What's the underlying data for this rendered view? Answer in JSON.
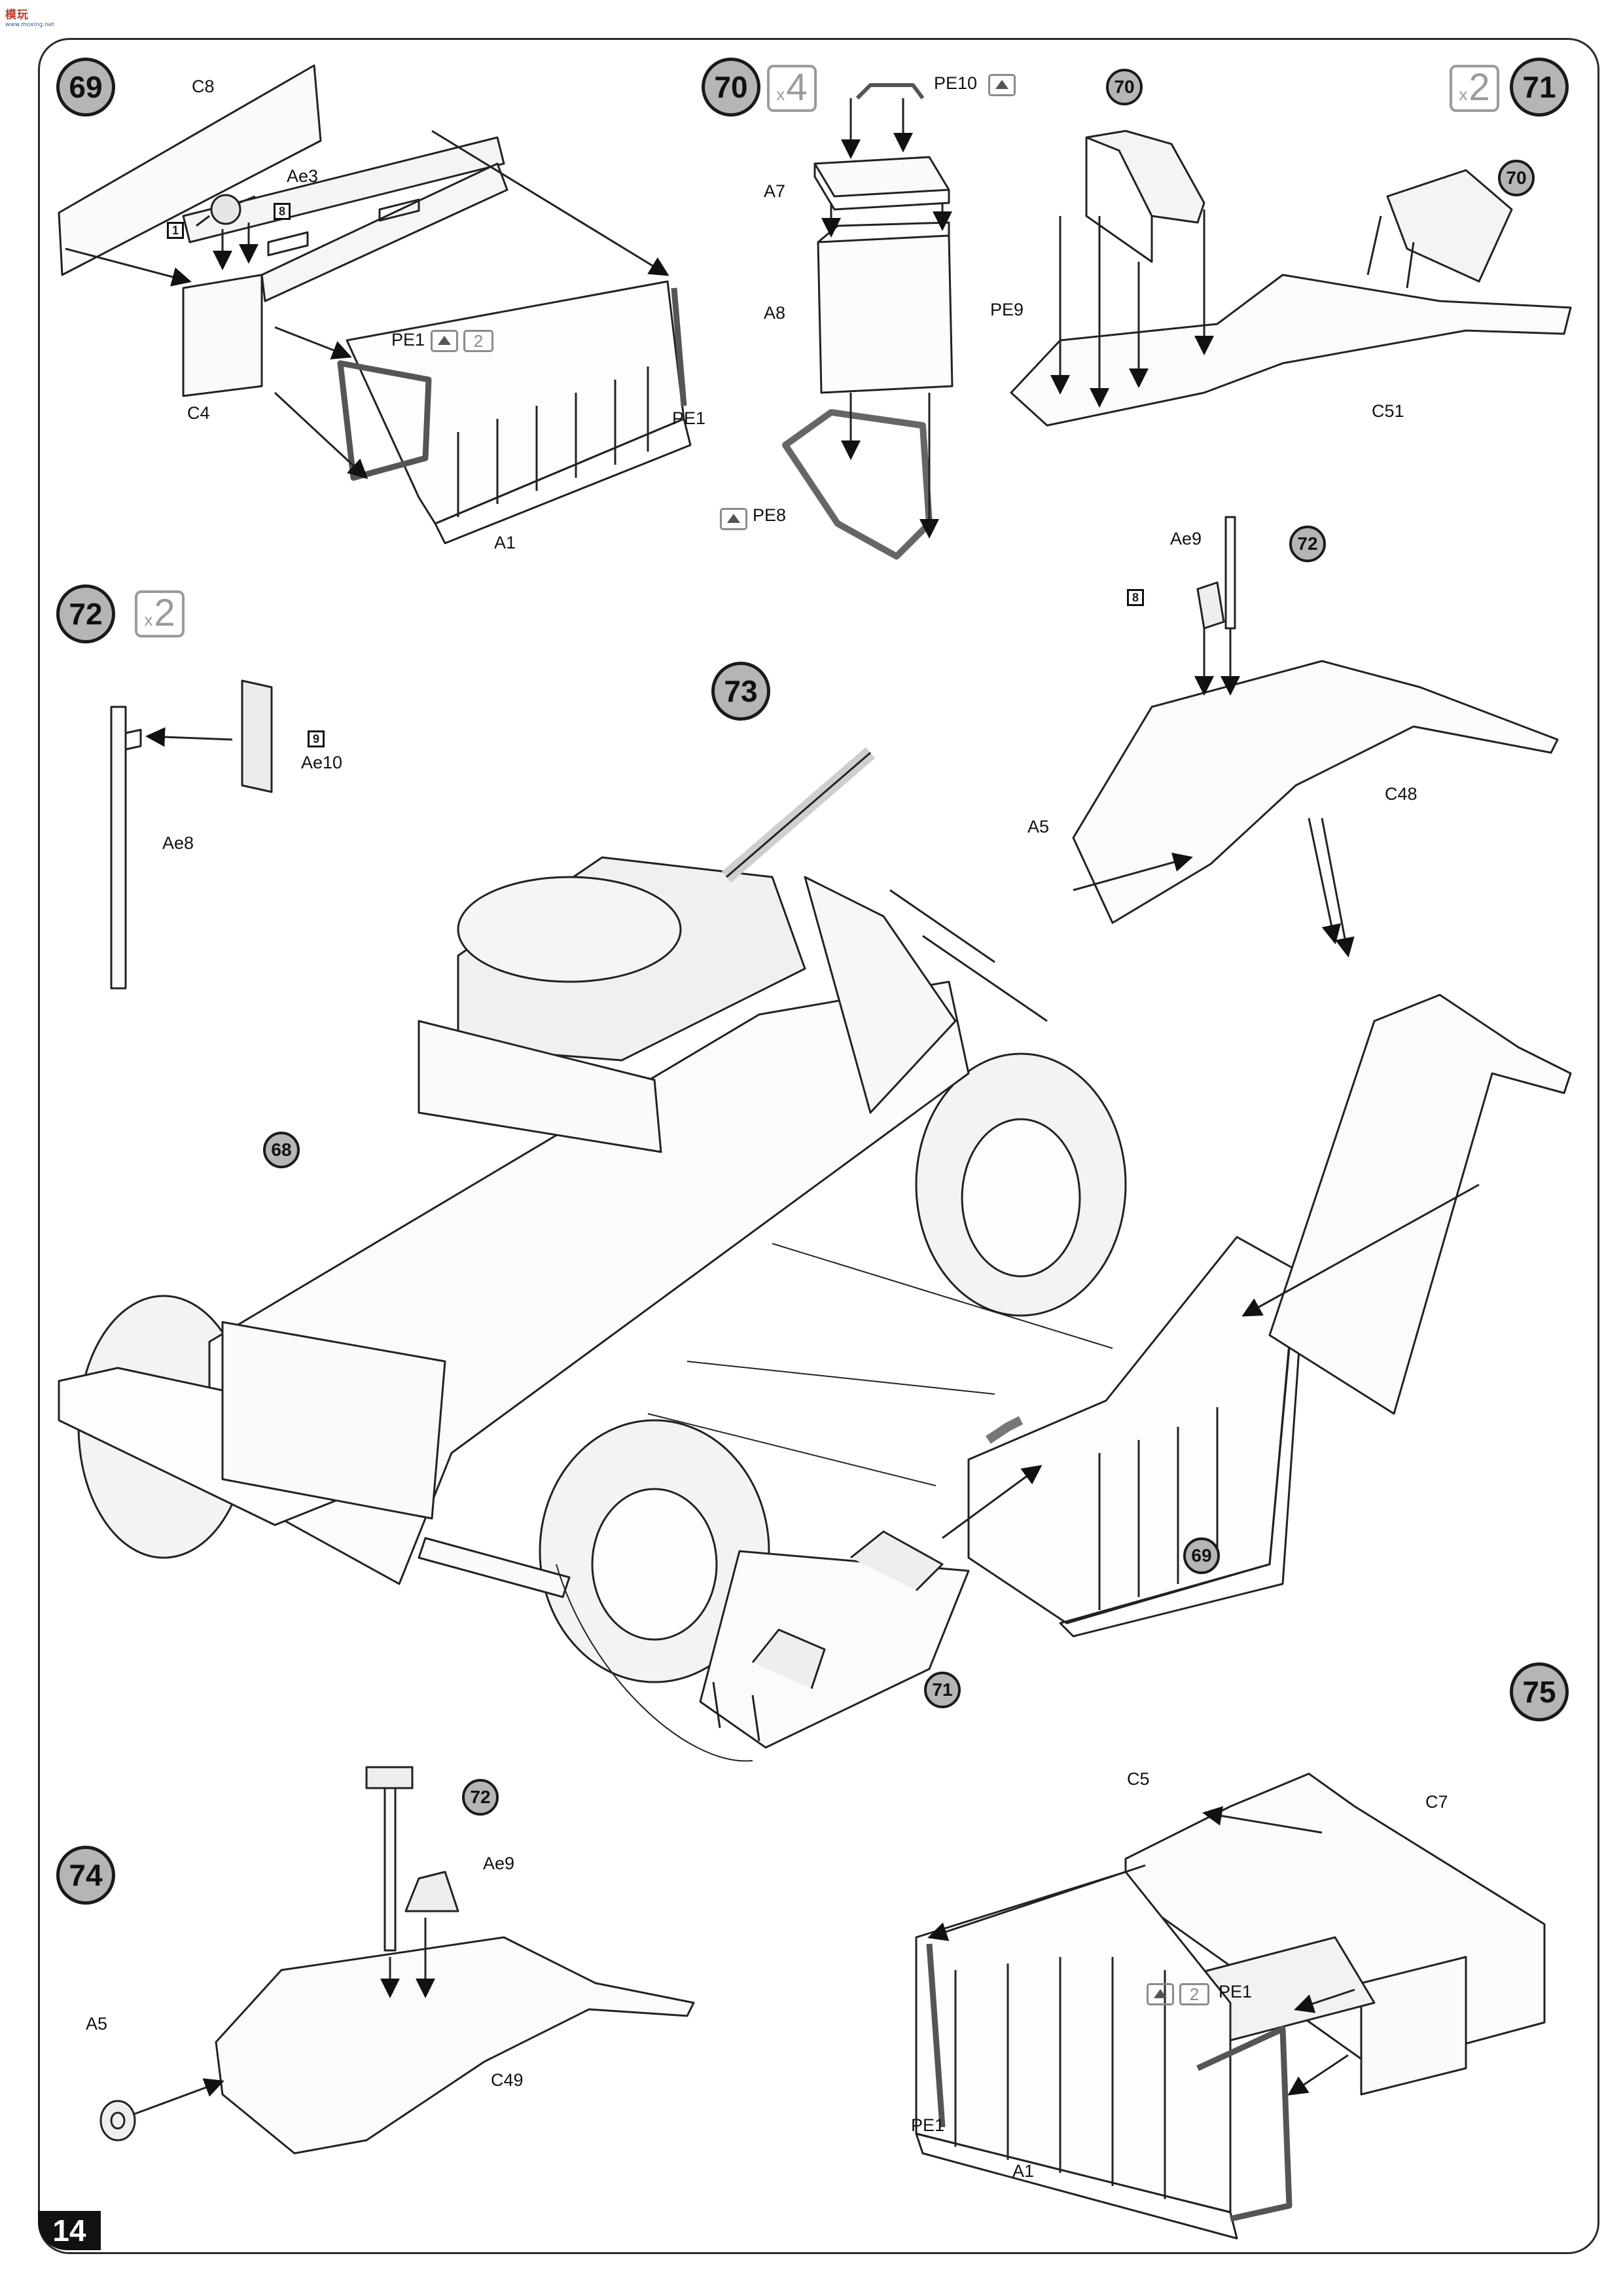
{
  "page_number": "14",
  "logo": {
    "line1": "模玩",
    "line2": "www.moxing.net"
  },
  "steps": [
    {
      "id": "s69",
      "label": "69"
    },
    {
      "id": "s70",
      "label": "70"
    },
    {
      "id": "s71",
      "label": "71"
    },
    {
      "id": "s72",
      "label": "72"
    },
    {
      "id": "s73",
      "label": "73"
    },
    {
      "id": "s74",
      "label": "74"
    },
    {
      "id": "s75",
      "label": "75"
    }
  ],
  "multipliers": {
    "s70": "4",
    "s71": "2",
    "s72": "2",
    "x_char": "x"
  },
  "refs": {
    "r70a": "70",
    "r70b": "70",
    "r72a": "72",
    "r72b": "72",
    "r68": "68",
    "r69": "69",
    "r71": "71"
  },
  "paint_refs": {
    "p1": "1",
    "p8a": "8",
    "p8b": "8",
    "p9": "9"
  },
  "photoetch_multipliers": {
    "m69": "2",
    "m75": "2"
  },
  "parts": {
    "C8": "C8",
    "Ae3": "Ae3",
    "PE1_69a": "PE1",
    "PE1_69b": "PE1",
    "C4": "C4",
    "A1_69": "A1",
    "PE10": "PE10",
    "A7": "A7",
    "A8": "A8",
    "PE8": "PE8",
    "PE9": "PE9",
    "C51": "C51",
    "Ae9_72": "Ae9",
    "C48": "C48",
    "A5_72": "A5",
    "Ae8": "Ae8",
    "Ae10": "Ae10",
    "Ae9_74": "Ae9",
    "A5_74": "A5",
    "C49": "C49",
    "C5": "C5",
    "C7": "C7",
    "PE1_75a": "PE1",
    "PE1_75b": "PE1",
    "A1_75": "A1"
  }
}
